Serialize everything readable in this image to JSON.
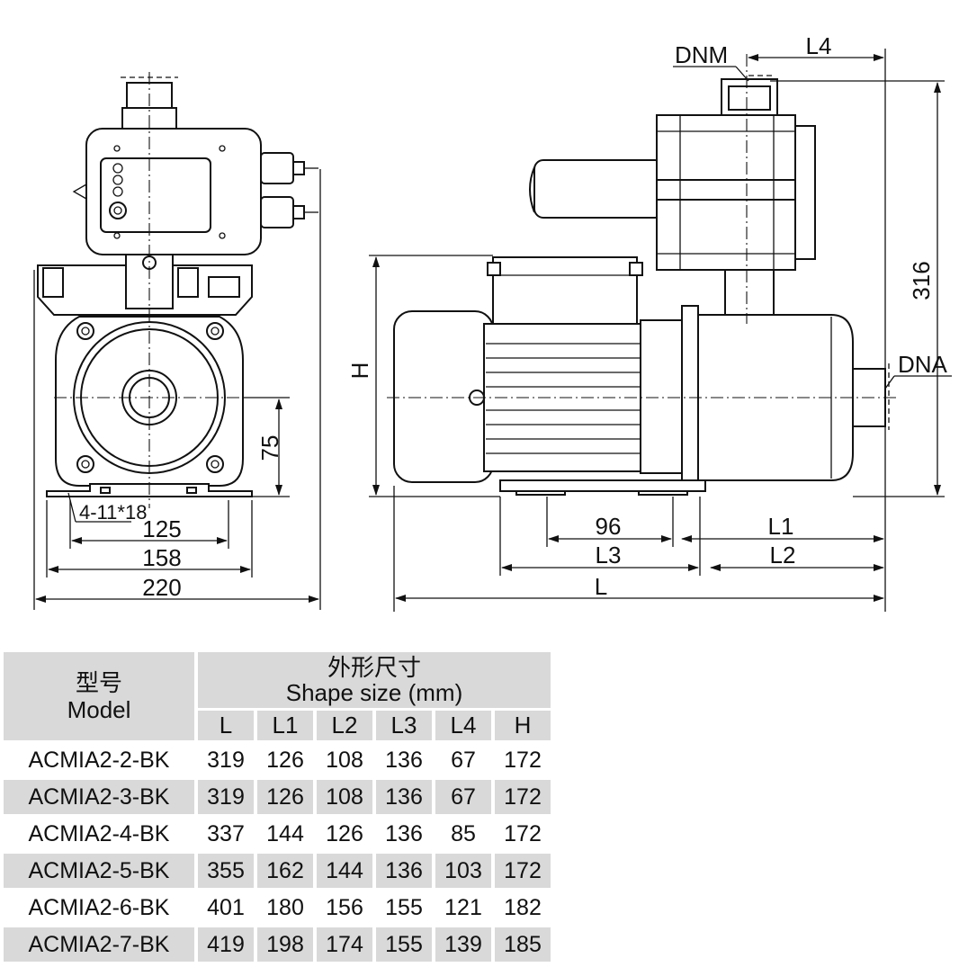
{
  "front_view": {
    "bolt_label": "4-11*18",
    "dim_height": "75",
    "dim_width_inner": "125",
    "dim_width_mid": "158",
    "dim_width_outer": "220"
  },
  "side_view": {
    "label_dnm": "DNM",
    "label_dna": "DNA",
    "label_l4": "L4",
    "label_316": "316",
    "label_h": "H",
    "label_96": "96",
    "label_l1": "L1",
    "label_l2": "L2",
    "label_l3": "L3",
    "label_l": "L"
  },
  "table": {
    "model_header_cn": "型号",
    "model_header_en": "Model",
    "shape_header_cn": "外形尺寸",
    "shape_header_en": "Shape size (mm)",
    "columns": [
      "L",
      "L1",
      "L2",
      "L3",
      "L4",
      "H"
    ],
    "rows": [
      {
        "model": "ACMIA2-2-BK",
        "values": [
          "319",
          "126",
          "108",
          "136",
          "67",
          "172"
        ]
      },
      {
        "model": "ACMIA2-3-BK",
        "values": [
          "319",
          "126",
          "108",
          "136",
          "67",
          "172"
        ]
      },
      {
        "model": "ACMIA2-4-BK",
        "values": [
          "337",
          "144",
          "126",
          "136",
          "85",
          "172"
        ]
      },
      {
        "model": "ACMIA2-5-BK",
        "values": [
          "355",
          "162",
          "144",
          "136",
          "103",
          "172"
        ]
      },
      {
        "model": "ACMIA2-6-BK",
        "values": [
          "401",
          "180",
          "156",
          "155",
          "121",
          "182"
        ]
      },
      {
        "model": "ACMIA2-7-BK",
        "values": [
          "419",
          "198",
          "174",
          "155",
          "139",
          "185"
        ]
      }
    ]
  }
}
